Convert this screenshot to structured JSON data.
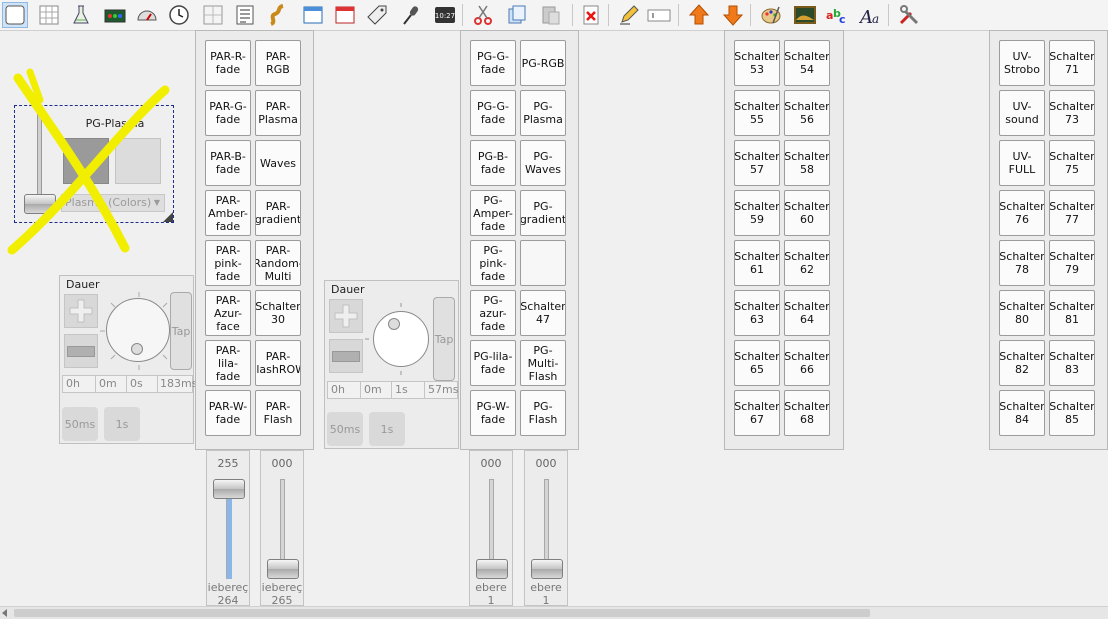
{
  "toolbar": {
    "icons": [
      "frame-icon",
      "grid-icon",
      "flask-icon",
      "rgb-panel-icon",
      "meter-icon",
      "clock-icon",
      "matrix-icon",
      "list-icon",
      "scroll-icon",
      "window-icon",
      "red-window-icon",
      "tag-icon",
      "microphone-icon",
      "display-clock-icon",
      "cut-icon",
      "copy-icon",
      "paste-icon",
      "delete-icon",
      "edit-pencil-icon",
      "label-icon",
      "arrow-up-icon",
      "arrow-down-icon",
      "palette-icon",
      "image-icon",
      "font-color-icon",
      "font-icon",
      "tools-icon"
    ]
  },
  "widget": {
    "label": "PG-Plasma",
    "select_value": "Plasma (Colors)"
  },
  "speed1": {
    "title": "Dauer",
    "tap": "Tap",
    "fields": [
      "0h",
      "0m",
      "0s",
      "183ms"
    ],
    "btn_a": "50ms",
    "btn_b": "1s"
  },
  "speed2": {
    "title": "Dauer",
    "tap": "Tap",
    "fields": [
      "0h",
      "0m",
      "1s",
      "57ms"
    ],
    "btn_a": "50ms",
    "btn_b": "1s"
  },
  "frame1": {
    "buttons": [
      [
        "PAR-R-\nfade",
        "PAR-RGB"
      ],
      [
        "PAR-G-\nfade",
        "PAR-\nPlasma"
      ],
      [
        "PAR-B-\nfade",
        "Waves"
      ],
      [
        "PAR-\nAmber-\nfade",
        "PAR-\ngradient"
      ],
      [
        "PAR-pink-\nfade",
        "PAR-\nRandom-\nMulti"
      ],
      [
        "PAR-Azur-\nface",
        "Schalter\n30"
      ],
      [
        "PAR-lila-\nfade",
        "PAR-\nFlashROW"
      ],
      [
        "PAR-W-\nfade",
        "PAR-Flash"
      ]
    ]
  },
  "frame2": {
    "buttons": [
      [
        "PG-G-fade",
        "PG-RGB"
      ],
      [
        "PG-G-fade",
        "PG-Plasma"
      ],
      [
        "PG-B-fade",
        "PG-Waves"
      ],
      [
        "PG-\nAmper-\nfade",
        "PG-\ngradient"
      ],
      [
        "PG-pink-\nfade",
        ""
      ],
      [
        "PG-azur-\nfade",
        "Schalter\n47"
      ],
      [
        "PG-lila-\nfade",
        "PG-Multi-\nFlash"
      ],
      [
        "PG-W-\nfade",
        "PG-Flash"
      ]
    ]
  },
  "frame3": {
    "buttons": [
      [
        "Schalter\n53",
        "Schalter\n54"
      ],
      [
        "Schalter\n55",
        "Schalter\n56"
      ],
      [
        "Schalter\n57",
        "Schalter\n58"
      ],
      [
        "Schalter\n59",
        "Schalter\n60"
      ],
      [
        "Schalter\n61",
        "Schalter\n62"
      ],
      [
        "Schalter\n63",
        "Schalter\n64"
      ],
      [
        "Schalter\n65",
        "Schalter\n66"
      ],
      [
        "Schalter\n67",
        "Schalter\n68"
      ]
    ]
  },
  "frame4": {
    "buttons": [
      [
        "UV-Strobo",
        "Schalter\n71"
      ],
      [
        "UV-sound",
        "Schalter\n73"
      ],
      [
        "UV-FULL",
        "Schalter\n75"
      ],
      [
        "Schalter\n76",
        "Schalter\n77"
      ],
      [
        "Schalter\n78",
        "Schalter\n79"
      ],
      [
        "Schalter\n80",
        "Schalter\n81"
      ],
      [
        "Schalter\n82",
        "Schalter\n83"
      ],
      [
        "Schalter\n84",
        "Schalter\n85"
      ]
    ]
  },
  "faders": [
    {
      "value": "255",
      "level": 1.0,
      "name": "iebereç",
      "num": "264"
    },
    {
      "value": "000",
      "level": 0.0,
      "name": "iebereç",
      "num": "265"
    },
    {
      "value": "000",
      "level": 0.0,
      "name": "ebere",
      "num": "1"
    },
    {
      "value": "000",
      "level": 0.0,
      "name": "ebere",
      "num": "1"
    }
  ],
  "colors": {
    "accent_fill": "#8ab6ea",
    "highlight_cross": "#f2ee00",
    "selection_border": "#1a2c8c"
  }
}
